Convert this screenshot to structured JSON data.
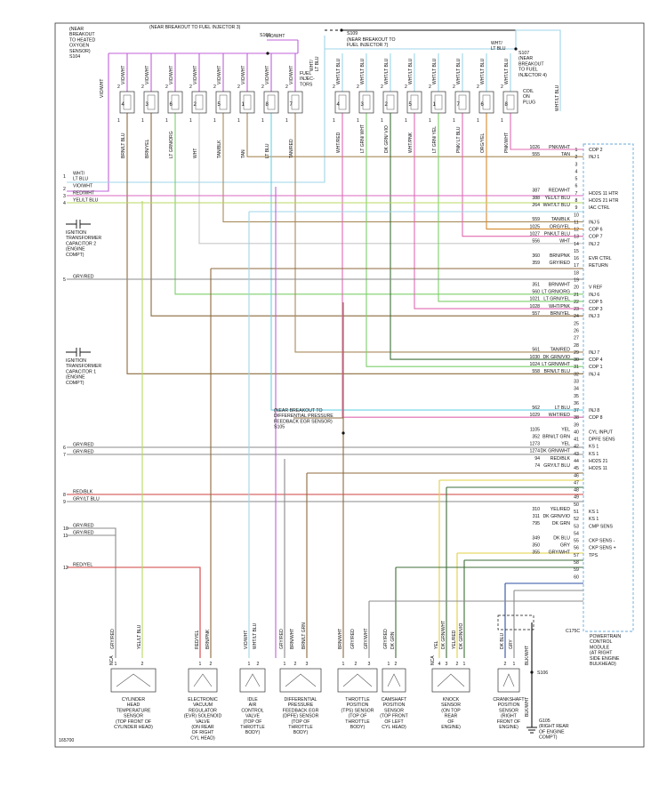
{
  "page": {
    "figure_id": "165700"
  },
  "annotations": {
    "o2_sensor": [
      "(NEAR",
      "BREAKOUT",
      "TO HEATED",
      "OXYGEN",
      "SENSOR)",
      "S104"
    ],
    "inj3": "(NEAR BREAKOUT TO FUEL INJECTOR 3)",
    "s106": "S106",
    "s109": "S109",
    "inj7": [
      "(NEAR BREAKOUT TO",
      "FUEL INJECTOR 7)"
    ],
    "s107": [
      "S107",
      "(NEAR",
      "BREAKOUT",
      "TO FUEL",
      "INJECTOR 4)"
    ],
    "fuel_inj": [
      "FUEL",
      "INJEC-",
      "TORS"
    ],
    "coil": [
      "COIL",
      "ON",
      "PLUG"
    ],
    "dpfe": [
      "(NEAR BREAKOUT TO",
      "DIFFERENTIAL PRESSURE",
      "FEEDBACK EGR SENSOR)",
      "S105"
    ],
    "ign2": [
      "IGNITION",
      "TRANSFORMER",
      "CAPACITOR 2",
      "(ENGINE",
      "COMPT)"
    ],
    "ign1": [
      "IGNITION",
      "TRANSFORMER",
      "CAPACITOR 1",
      "(ENGINE",
      "COMPT)"
    ],
    "pcm": [
      "POWERTRAIN",
      "CONTROL",
      "MODULE",
      "(AT RIGHT",
      "SIDE ENGINE",
      "BULKHEAD)"
    ],
    "c175": "C175C",
    "s106b": "S106",
    "g105": [
      "G105",
      "(RIGHT REAR",
      "OF ENGINE",
      "COMPT)"
    ]
  },
  "top_wires": {
    "o2_wire": "VIO/WHT",
    "inj3_wire": "VIO/WHT",
    "wht_lt_blu": [
      "WHT/",
      "LT BLU"
    ],
    "s107_wire": [
      "WHT/",
      "LT BLU"
    ],
    "right_vert": "WHT/LT BLU"
  },
  "injectors": [
    {
      "num": "4",
      "top": "VIO/WHT",
      "bot": "BRN/LT BLU"
    },
    {
      "num": "3",
      "top": "VIO/WHT",
      "bot": "BRN/YEL"
    },
    {
      "num": "6",
      "top": "VIO/WHT",
      "bot": "LT GRN/ORG"
    },
    {
      "num": "2",
      "top": "VIO/WHT",
      "bot": "WHT"
    },
    {
      "num": "5",
      "top": "VIO/WHT",
      "bot": "TAN/BLK"
    },
    {
      "num": "1",
      "top": "VIO/WHT",
      "bot": "TAN"
    },
    {
      "num": "8",
      "top": "VIO/WHT",
      "bot": "LT BLU"
    },
    {
      "num": "7",
      "top": "VIO/WHT",
      "bot": "TAN/RED"
    }
  ],
  "coils": [
    {
      "num": "4",
      "top": "WHT/LT BLU",
      "bot": "WHT/RED"
    },
    {
      "num": "3",
      "top": "WHT/LT BLU",
      "bot": "LT GRN/ WHT"
    },
    {
      "num": "2",
      "top": "WHT/LT BLU",
      "bot": "DK GRN/ VIO"
    },
    {
      "num": "5",
      "top": "WHT/LT BLU",
      "bot": "WHT/PNK"
    },
    {
      "num": "1",
      "top": "WHT/LT BLU",
      "bot": "LT GRN/ YEL"
    },
    {
      "num": "7",
      "top": "WHT/LT BLU",
      "bot": "PNK/ LT BLU"
    },
    {
      "num": "6",
      "top": "WHT/LT BLU",
      "bot": "ORG/YEL"
    },
    {
      "num": "8",
      "top": "WHT/LT BLU",
      "bot": "PNK/WHT"
    }
  ],
  "left_wires": [
    {
      "row": "1",
      "label": "WHT/"
    },
    {
      "row": "",
      "label": "LT BLU"
    },
    {
      "row": "2",
      "label": "VIO/WHT"
    },
    {
      "row": "3",
      "label": "RED/WHT"
    },
    {
      "row": "4",
      "label": "YEL/LT BLU"
    },
    {
      "row": "5",
      "label": "GRY/RED"
    },
    {
      "row": "6",
      "label": "GRY/RED"
    },
    {
      "row": "7",
      "label": "GRY/RED"
    },
    {
      "row": "8",
      "label": "RED/BLK"
    },
    {
      "row": "9",
      "label": "GRY/LT BLU"
    },
    {
      "row": "10",
      "label": "GRY/RED"
    },
    {
      "row": "11",
      "label": "GRY/RED"
    },
    {
      "row": "12",
      "label": "RED/YEL"
    }
  ],
  "pcm_pins": [
    {
      "pin": "1",
      "circuit": "1026",
      "color": "PNK/WHT",
      "func": "COP 2"
    },
    {
      "pin": "2",
      "circuit": "555",
      "color": "TAN",
      "func": "INJ 1"
    },
    {
      "pin": "3",
      "circuit": "",
      "color": "",
      "func": ""
    },
    {
      "pin": "4",
      "circuit": "",
      "color": "",
      "func": ""
    },
    {
      "pin": "5",
      "circuit": "",
      "color": "",
      "func": ""
    },
    {
      "pin": "6",
      "circuit": "",
      "color": "",
      "func": ""
    },
    {
      "pin": "7",
      "circuit": "387",
      "color": "RED/WHT",
      "func": "HO2S 11 HTR"
    },
    {
      "pin": "8",
      "circuit": "388",
      "color": "YEL/LT BLU",
      "func": "HO2S 21 HTR"
    },
    {
      "pin": "9",
      "circuit": "264",
      "color": "WHT/LT BLU",
      "func": "IAC CTRL"
    },
    {
      "pin": "10",
      "circuit": "",
      "color": "",
      "func": ""
    },
    {
      "pin": "11",
      "circuit": "559",
      "color": "TAN/BLK",
      "func": "INJ 5"
    },
    {
      "pin": "12",
      "circuit": "1025",
      "color": "ORG/YEL",
      "func": "COP 6"
    },
    {
      "pin": "13",
      "circuit": "1027",
      "color": "PNK/LT BLU",
      "func": "COP 7"
    },
    {
      "pin": "14",
      "circuit": "556",
      "color": "WHT",
      "func": "INJ 2"
    },
    {
      "pin": "15",
      "circuit": "",
      "color": "",
      "func": ""
    },
    {
      "pin": "16",
      "circuit": "360",
      "color": "BRN/PNK",
      "func": "EVR CTRL"
    },
    {
      "pin": "17",
      "circuit": "359",
      "color": "GRY/RED",
      "func": "RETURN"
    },
    {
      "pin": "18",
      "circuit": "",
      "color": "",
      "func": ""
    },
    {
      "pin": "19",
      "circuit": "",
      "color": "",
      "func": ""
    },
    {
      "pin": "20",
      "circuit": "351",
      "color": "BRN/WHT",
      "func": "V REF"
    },
    {
      "pin": "21",
      "circuit": "560",
      "color": "LT GRN/ORG",
      "func": "INJ 6"
    },
    {
      "pin": "22",
      "circuit": "1021",
      "color": "LT GRN/YEL",
      "func": "COP 5"
    },
    {
      "pin": "23",
      "circuit": "1028",
      "color": "WHT/PNK",
      "func": "COP 3"
    },
    {
      "pin": "24",
      "circuit": "557",
      "color": "BRN/YEL",
      "func": "INJ 3"
    },
    {
      "pin": "25",
      "circuit": "",
      "color": "",
      "func": ""
    },
    {
      "pin": "26",
      "circuit": "",
      "color": "",
      "func": ""
    },
    {
      "pin": "27",
      "circuit": "",
      "color": "",
      "func": ""
    },
    {
      "pin": "28",
      "circuit": "",
      "color": "",
      "func": ""
    },
    {
      "pin": "29",
      "circuit": "561",
      "color": "TAN/RED",
      "func": "INJ 7"
    },
    {
      "pin": "30",
      "circuit": "1030",
      "color": "DK GRN/VIO",
      "func": "COP 4"
    },
    {
      "pin": "31",
      "circuit": "1024",
      "color": "LT GRN/WHT",
      "func": "COP 1"
    },
    {
      "pin": "32",
      "circuit": "558",
      "color": "BRN/LT BLU",
      "func": "INJ 4"
    },
    {
      "pin": "33",
      "circuit": "",
      "color": "",
      "func": ""
    },
    {
      "pin": "34",
      "circuit": "",
      "color": "",
      "func": ""
    },
    {
      "pin": "35",
      "circuit": "",
      "color": "",
      "func": ""
    },
    {
      "pin": "36",
      "circuit": "",
      "color": "",
      "func": ""
    },
    {
      "pin": "37",
      "circuit": "562",
      "color": "LT BLU",
      "func": "INJ 8"
    },
    {
      "pin": "38",
      "circuit": "1029",
      "color": "WHT/RED",
      "func": "COP 8"
    },
    {
      "pin": "39",
      "circuit": "",
      "color": "",
      "func": ""
    },
    {
      "pin": "40",
      "circuit": "1105",
      "color": "YEL",
      "func": "CYL INPUT"
    },
    {
      "pin": "41",
      "circuit": "352",
      "color": "BRN/LT GRN",
      "func": "DPFE SENS"
    },
    {
      "pin": "42",
      "circuit": "1273",
      "color": "YEL",
      "func": "KS 1"
    },
    {
      "pin": "43",
      "circuit": "1274",
      "color": "DK GRN/WHT",
      "func": "KS 1"
    },
    {
      "pin": "44",
      "circuit": "94",
      "color": "RED/BLK",
      "func": "HO2S 21"
    },
    {
      "pin": "45",
      "circuit": "74",
      "color": "GRY/LT BLU",
      "func": "HO2S 11"
    },
    {
      "pin": "46",
      "circuit": "",
      "color": "",
      "func": ""
    },
    {
      "pin": "47",
      "circuit": "",
      "color": "",
      "func": ""
    },
    {
      "pin": "48",
      "circuit": "",
      "color": "",
      "func": ""
    },
    {
      "pin": "49",
      "circuit": "",
      "color": "",
      "func": ""
    },
    {
      "pin": "50",
      "circuit": "",
      "color": "",
      "func": ""
    },
    {
      "pin": "51",
      "circuit": "310",
      "color": "YEL/RED",
      "func": "KS 1"
    },
    {
      "pin": "52",
      "circuit": "311",
      "color": "DK GRN/VIO",
      "func": "KS 1"
    },
    {
      "pin": "53",
      "circuit": "795",
      "color": "DK GRN",
      "func": "CMP SENS"
    },
    {
      "pin": "54",
      "circuit": "",
      "color": "",
      "func": ""
    },
    {
      "pin": "55",
      "circuit": "349",
      "color": "DK BLU",
      "func": "CKP SENS -"
    },
    {
      "pin": "56",
      "circuit": "350",
      "color": "GRY",
      "func": "CKP SENS +"
    },
    {
      "pin": "57",
      "circuit": "355",
      "color": "GRY/WHT",
      "func": "TPS"
    },
    {
      "pin": "58",
      "circuit": "",
      "color": "",
      "func": ""
    },
    {
      "pin": "59",
      "circuit": "",
      "color": "",
      "func": ""
    },
    {
      "pin": "60",
      "circuit": "",
      "color": "",
      "func": ""
    }
  ],
  "bottom_components": [
    {
      "id": "cht",
      "label": [
        "CYLINDER",
        "HEAD",
        "TEMPERATURE",
        "SENSOR",
        "(TOP FRONT OF",
        "CYLINDER HEAD)"
      ],
      "wires": [
        {
          "pin": "1",
          "color": "GRY/RED"
        },
        {
          "pin": "2",
          "color": "YEL/LT BLU"
        }
      ],
      "nca": "NCA"
    },
    {
      "id": "evr",
      "label": [
        "ELECTRONIC",
        "VACUUM",
        "REGULATOR",
        "(EVR) SOLENOID",
        "VALVE",
        "(ON REAR",
        "OF RIGHT",
        "CYL HEAD)"
      ],
      "wires": [
        {
          "pin": "1",
          "color": "RED/YEL"
        },
        {
          "pin": "2",
          "color": "BRN/PNK"
        }
      ]
    },
    {
      "id": "iac",
      "label": [
        "IDLE",
        "AIR",
        "CONTROL",
        "VALVE",
        "(TOP OF",
        "THROTTLE",
        "BODY)"
      ],
      "wires": [
        {
          "pin": "1",
          "color": "VIO/WHT"
        },
        {
          "pin": "2",
          "color": "WHT/LT BLU"
        }
      ]
    },
    {
      "id": "dpfe",
      "label": [
        "DIFFERENTIAL",
        "PRESSURE",
        "FEEDBACK EGR",
        "(DPFE) SENSOR",
        "(TOP OF",
        "THROTTLE",
        "BODY)"
      ],
      "wires": [
        {
          "pin": "1",
          "color": "GRY/RED"
        },
        {
          "pin": "2",
          "color": "BRN/WHT"
        },
        {
          "pin": "3",
          "color": "BRN/LT GRN"
        }
      ]
    },
    {
      "id": "tps",
      "label": [
        "THROTTLE",
        "POSITION",
        "(TPS) SENSOR",
        "(TOP OF",
        "THROTTLE",
        "BODY)"
      ],
      "wires": [
        {
          "pin": "1",
          "color": "BRN/WHT"
        },
        {
          "pin": "2",
          "color": "GRY/RED"
        },
        {
          "pin": "3",
          "color": "GRY/WHT"
        }
      ]
    },
    {
      "id": "cmp",
      "label": [
        "CAMSHAFT",
        "POSITION",
        "SENSOR",
        "(TOP FRONT",
        "OF LEFT",
        "CYL HEAD)"
      ],
      "wires": [
        {
          "pin": "1",
          "color": "GRY/RED"
        },
        {
          "pin": "2",
          "color": "DK GRN"
        }
      ]
    },
    {
      "id": "ks",
      "label": [
        "KNOCK",
        "SENSOR",
        "(ON TOP",
        "REAR",
        "OF",
        "ENGINE)"
      ],
      "wires": [
        {
          "pin": "4",
          "color": "YEL"
        },
        {
          "pin": "3",
          "color": "DK GRN/WHT"
        },
        {
          "pin": "2",
          "color": "YEL/RED"
        },
        {
          "pin": "1",
          "color": "DK GRN/VIO"
        }
      ],
      "nca": "NCA"
    },
    {
      "id": "ckp",
      "label": [
        "CRANKSHAFT",
        "POSITION",
        "SENSOR",
        "(RIGHT",
        "FRONT OF",
        "ENGINE)"
      ],
      "wires": [
        {
          "pin": "2",
          "color": "DK BLU"
        },
        {
          "pin": "1",
          "color": "GRY"
        }
      ]
    }
  ],
  "ground": {
    "wire1": "BLK/WHT",
    "wire2": "BLK/WHT"
  },
  "colors": {
    "vio_wht": "#c060d8",
    "wht_ltblu": "#9fd4e8",
    "red_wht": "#d868c0",
    "yel_ltblu": "#b8d860",
    "tan": "#a88a5a",
    "brn": "#8c6a3c",
    "ltgrn": "#7ccf6a",
    "dkgrn": "#3e6e38",
    "pnk": "#e06ab0",
    "gry": "#8b8b8b",
    "ltblu": "#6ad0e6",
    "org": "#d88a30",
    "yel": "#e0d040",
    "dkblu": "#2e4ea0",
    "red": "#d04040",
    "blk": "#222222"
  }
}
